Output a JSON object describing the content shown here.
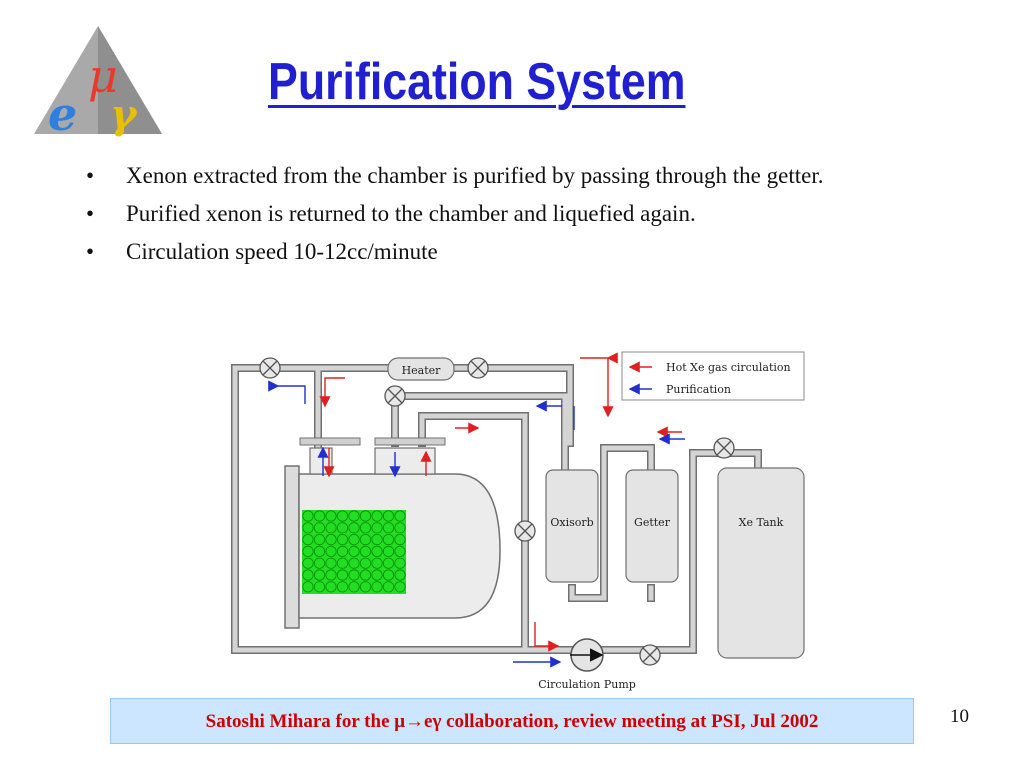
{
  "slide": {
    "title": "Purification System",
    "bullets": [
      "Xenon extracted from the chamber is purified by passing through the getter.",
      "Purified xenon is returned to the chamber and liquefied again.",
      "Circulation speed 10-12cc/minute"
    ],
    "footer": "Satoshi Mihara for the μ→eγ collaboration, review meeting at PSI, Jul 2002",
    "page_number": "10"
  },
  "logo": {
    "symbols": [
      "μ",
      "e",
      "γ"
    ]
  },
  "diagram": {
    "labels": {
      "heater": "Heater",
      "oxisorb": "Oxisorb",
      "getter": "Getter",
      "xe_tank": "Xe Tank",
      "pump": "Circulation Pump"
    },
    "legend": {
      "hot": "Hot Xe gas circulation",
      "purification": "Purification"
    },
    "colors": {
      "hot_arrow": "#e02020",
      "purification_arrow": "#2030d0",
      "pipe": "#cfcfcf",
      "pipe_outline": "#707070",
      "pmt": "#22dd22",
      "vessel": "#ececec"
    }
  }
}
